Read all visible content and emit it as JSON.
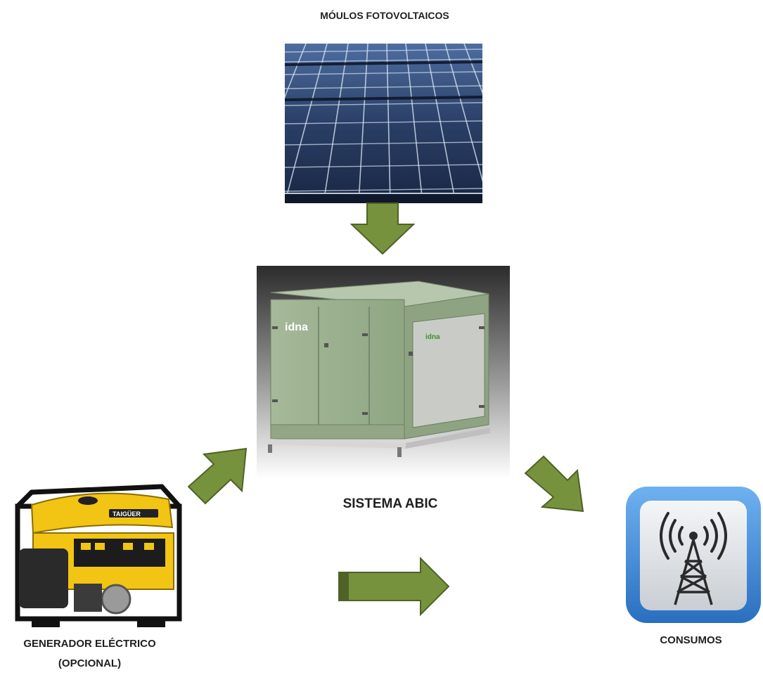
{
  "diagram": {
    "nodes": {
      "pv": {
        "label": "MÓULOS FOTOVOLTAICOS",
        "icon": "solar-panel-photo"
      },
      "abic": {
        "label": "SISTEMA ABIC",
        "icon": "abic-cabinet-photo",
        "brand": "idna"
      },
      "generator": {
        "label_line1": "GENERADOR ELÉCTRICO",
        "label_line2": "(OPCIONAL)",
        "icon": "generator-photo",
        "brand": "TAIGÜER"
      },
      "consumption": {
        "label": "CONSUMOS",
        "icon": "antenna-tower-icon"
      }
    },
    "edges": [
      {
        "from": "pv",
        "to": "abic"
      },
      {
        "from": "generator",
        "to": "abic"
      },
      {
        "from": "abic",
        "to": "consumption"
      },
      {
        "from": "generator",
        "to": "consumption"
      }
    ],
    "colors": {
      "arrow": "#76923c",
      "arrow_dark": "#4f6228",
      "cabinet": "#9bb08d",
      "icon_blue": "#3b82d4"
    }
  }
}
